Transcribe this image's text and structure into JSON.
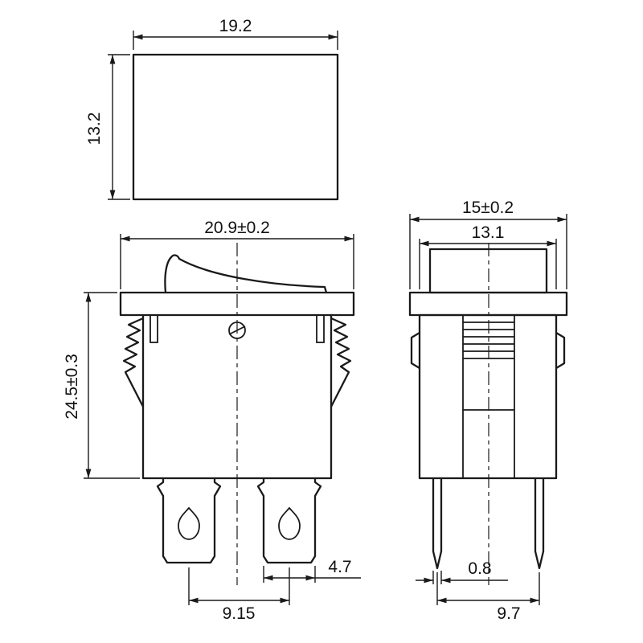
{
  "dimensions": {
    "top_view": {
      "width": "19.2",
      "height": "13.2"
    },
    "front_view": {
      "width": "20.9±0.2",
      "height": "24.5±0.3",
      "terminal_width": "4.7",
      "terminal_pitch": "9.15"
    },
    "side_view": {
      "outer_width": "15±0.2",
      "body_width": "13.1",
      "pin_width": "0.8",
      "pin_pitch": "9.7"
    }
  },
  "colors": {
    "line": "#1a1a1a",
    "background": "#ffffff"
  }
}
